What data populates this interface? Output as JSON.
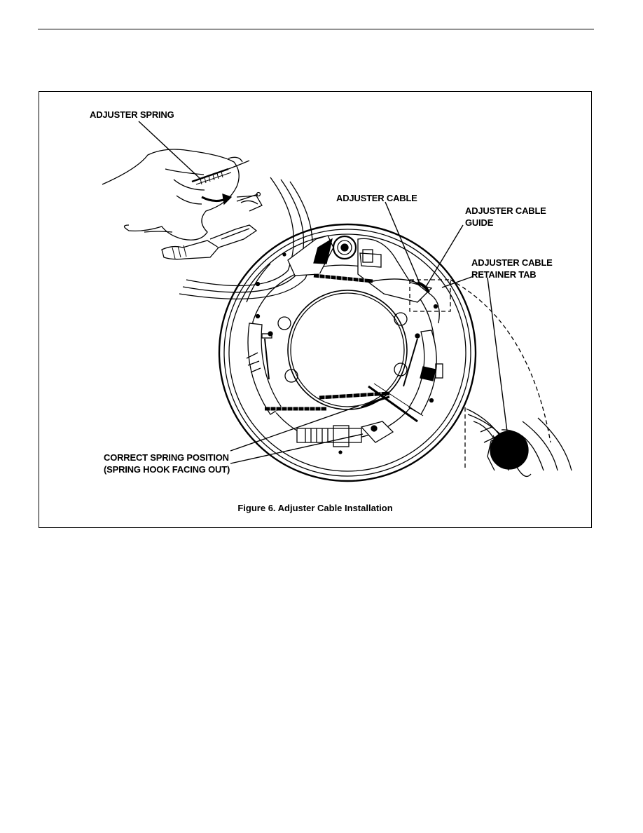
{
  "figure": {
    "caption": "Figure 6. Adjuster Cable Installation",
    "callouts": {
      "adjuster_spring": "ADJUSTER SPRING",
      "adjuster_cable": "ADJUSTER CABLE",
      "guide_line1": "ADJUSTER CABLE",
      "guide_line2": "GUIDE",
      "retainer_line1": "ADJUSTER CABLE",
      "retainer_line2": "RETAINER TAB",
      "spring_pos_line1": "CORRECT SPRING POSITION",
      "spring_pos_line2": "(SPRING HOOK FACING OUT)"
    }
  }
}
